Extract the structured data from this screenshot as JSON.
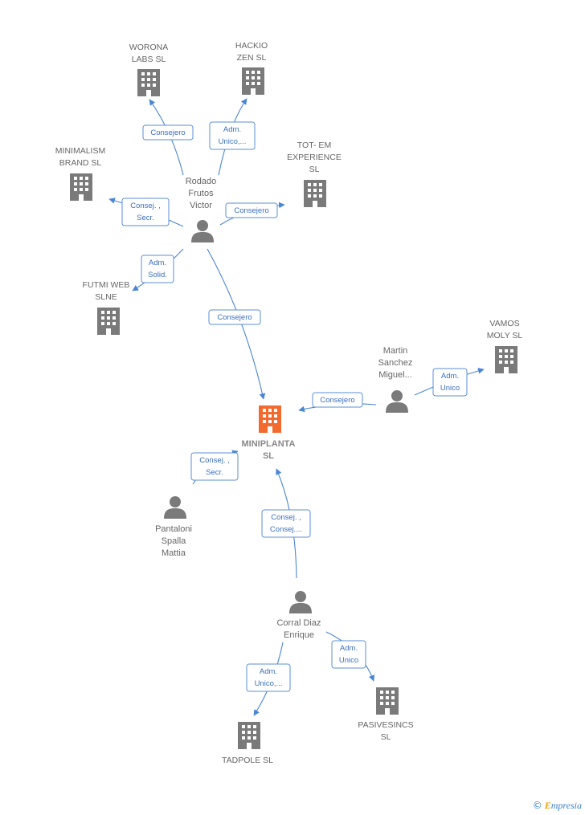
{
  "colors": {
    "edge": "#4a86d4",
    "node": "#7a7a7a",
    "focus": "#f26a2e",
    "label": "#666666"
  },
  "focus_company": {
    "id": "miniplanta",
    "lines": [
      "MINIPLANTA",
      "SL"
    ]
  },
  "companies": [
    {
      "id": "worona",
      "lines": [
        "WORONA",
        "LABS  SL"
      ]
    },
    {
      "id": "hackio",
      "lines": [
        "HACKIO",
        "ZEN  SL"
      ]
    },
    {
      "id": "minimalism",
      "lines": [
        "MINIMALISM",
        "BRAND  SL"
      ]
    },
    {
      "id": "totem",
      "lines": [
        "TOT- EM",
        "EXPERIENCE",
        "SL"
      ]
    },
    {
      "id": "futmi",
      "lines": [
        "FUTMI WEB",
        "SLNE"
      ]
    },
    {
      "id": "vamos",
      "lines": [
        "VAMOS",
        "MOLY  SL"
      ]
    },
    {
      "id": "pasivesincs",
      "lines": [
        "PASIVESINCS",
        "SL"
      ]
    },
    {
      "id": "tadpole",
      "lines": [
        "TADPOLE  SL"
      ]
    }
  ],
  "people": [
    {
      "id": "rodado",
      "lines": [
        "Rodado",
        "Frutos",
        "Victor"
      ]
    },
    {
      "id": "martin",
      "lines": [
        "Martin",
        "Sanchez",
        "Miguel..."
      ]
    },
    {
      "id": "pantaloni",
      "lines": [
        "Pantaloni",
        "Spalla",
        "Mattia"
      ]
    },
    {
      "id": "corral",
      "lines": [
        "Corral Diaz",
        "Enrique"
      ]
    }
  ],
  "relations": [
    {
      "id": "r1",
      "from": "rodado",
      "to": "worona",
      "lines": [
        "Consejero"
      ]
    },
    {
      "id": "r2",
      "from": "rodado",
      "to": "hackio",
      "lines": [
        "Adm.",
        "Unico,..."
      ]
    },
    {
      "id": "r3",
      "from": "rodado",
      "to": "minimalism",
      "lines": [
        "Consej. ,",
        "Secr."
      ]
    },
    {
      "id": "r4",
      "from": "rodado",
      "to": "totem",
      "lines": [
        "Consejero"
      ]
    },
    {
      "id": "r5",
      "from": "rodado",
      "to": "futmi",
      "lines": [
        "Adm.",
        "Solid."
      ]
    },
    {
      "id": "r6",
      "from": "rodado",
      "to": "miniplanta",
      "lines": [
        "Consejero"
      ]
    },
    {
      "id": "r7",
      "from": "martin",
      "to": "miniplanta",
      "lines": [
        "Consejero"
      ]
    },
    {
      "id": "r8",
      "from": "martin",
      "to": "vamos",
      "lines": [
        "Adm.",
        "Unico"
      ]
    },
    {
      "id": "r9",
      "from": "pantaloni",
      "to": "miniplanta",
      "lines": [
        "Consej. ,",
        "Secr."
      ]
    },
    {
      "id": "r10",
      "from": "corral",
      "to": "miniplanta",
      "lines": [
        "Consej. ,",
        "Consej...."
      ]
    },
    {
      "id": "r11",
      "from": "corral",
      "to": "pasivesincs",
      "lines": [
        "Adm.",
        "Unico"
      ]
    },
    {
      "id": "r12",
      "from": "corral",
      "to": "tadpole",
      "lines": [
        "Adm.",
        "Unico,..."
      ]
    }
  ],
  "footer": {
    "copyright": "©",
    "brand_initial": "E",
    "brand_rest": "mpresia"
  }
}
